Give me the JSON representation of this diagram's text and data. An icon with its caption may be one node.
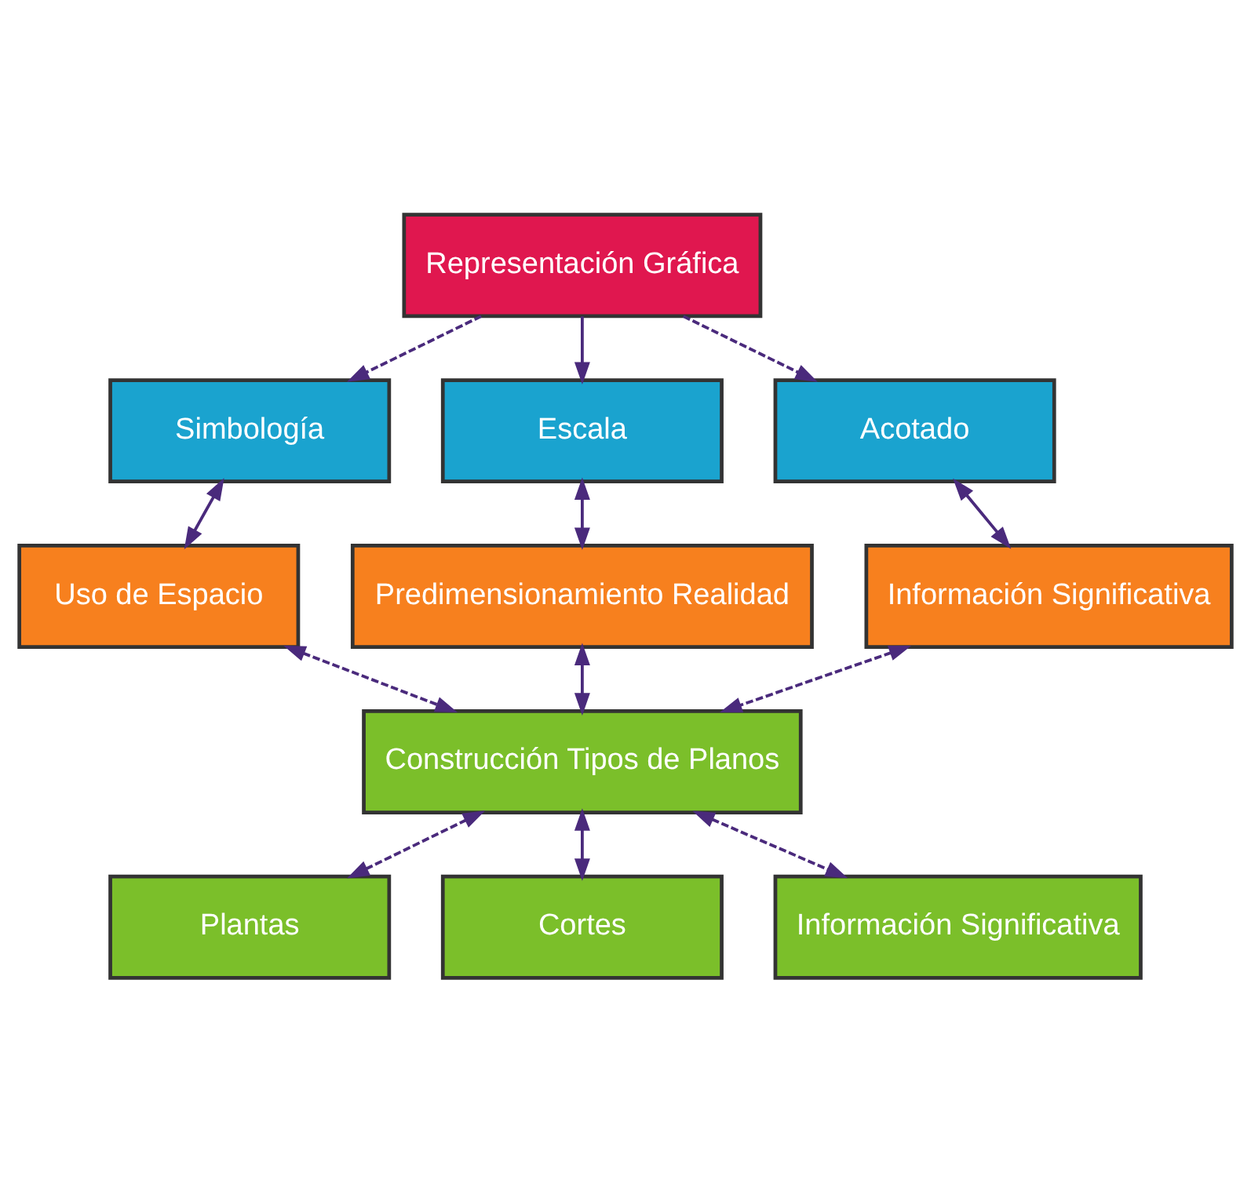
{
  "diagram": {
    "nodes": [
      {
        "text": [
          "Representación Gráfica"
        ]
      },
      {
        "text": [
          "Simbología"
        ]
      },
      {
        "text": [
          "Escala"
        ]
      },
      {
        "text": [
          "Acotado"
        ]
      },
      {
        "text": [
          "Uso de Espacio"
        ]
      },
      {
        "text": [
          "Predimensionamiento Realidad"
        ]
      },
      {
        "text": [
          "Información Significativa"
        ]
      },
      {
        "text": [
          "Construcción Tipos de Planos"
        ]
      },
      {
        "text": [
          "Plantas"
        ]
      },
      {
        "text": [
          "Cortes"
        ]
      },
      {
        "text": [
          "Información Significativa"
        ]
      }
    ],
    "edges": [
      {
        "from": 0,
        "to": 1,
        "arrow": "to",
        "style": "dashed"
      },
      {
        "from": 0,
        "to": 2,
        "arrow": "to"
      },
      {
        "from": 0,
        "to": 3,
        "arrow": "to",
        "style": "dashed"
      },
      {
        "from": 1,
        "to": 4,
        "arrow": "both"
      },
      {
        "from": 2,
        "to": 5,
        "arrow": "both"
      },
      {
        "from": 3,
        "to": 6,
        "arrow": "both"
      },
      {
        "from": 4,
        "to": 7,
        "arrow": "both",
        "style": "dashed"
      },
      {
        "from": 5,
        "to": 7,
        "arrow": "both"
      },
      {
        "from": 6,
        "to": 7,
        "arrow": "both",
        "style": "dashed"
      },
      {
        "from": 7,
        "to": 8,
        "arrow": "both",
        "style": "dashed"
      },
      {
        "from": 7,
        "to": 9,
        "arrow": "both"
      },
      {
        "from": 7,
        "to": 10,
        "arrow": "both",
        "style": "dashed"
      }
    ]
  }
}
